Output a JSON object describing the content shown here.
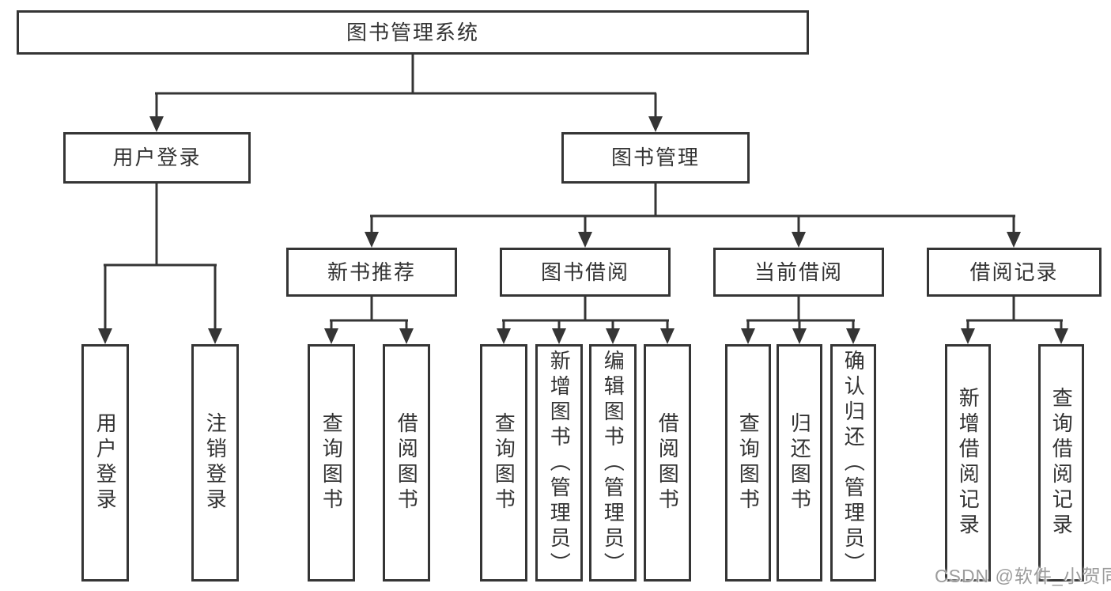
{
  "diagram": {
    "background": "#ffffff",
    "line_color": "#353535",
    "box_border_color": "#353535",
    "text_color": "#333333"
  },
  "nodes": {
    "root": {
      "label": "图书管理系统"
    },
    "user_login": {
      "label": "用户登录"
    },
    "book_mgmt": {
      "label": "图书管理"
    },
    "new_book_rec": {
      "label": "新书推荐"
    },
    "book_borrow": {
      "label": "图书借阅"
    },
    "current_borrow": {
      "label": "当前借阅"
    },
    "borrow_records": {
      "label": "借阅记录"
    },
    "leaf_user_login": {
      "label": "用户登录"
    },
    "leaf_logout": {
      "label": "注销登录"
    },
    "leaf_query_books_1": {
      "label": "查询图书"
    },
    "leaf_borrow_books_1": {
      "label": "借阅图书"
    },
    "leaf_query_books_2": {
      "label": "查询图书"
    },
    "leaf_add_books": {
      "label": "新增图书（管理员）"
    },
    "leaf_edit_books": {
      "label": "编辑图书（管理员）"
    },
    "leaf_borrow_books_2": {
      "label": "借阅图书"
    },
    "leaf_query_books_3": {
      "label": "查询图书"
    },
    "leaf_return_books": {
      "label": "归还图书"
    },
    "leaf_confirm_return": {
      "label": "确认归还（管理员）"
    },
    "leaf_add_borrow_record": {
      "label": "新增借阅记录"
    },
    "leaf_query_borrow_record": {
      "label": "查询借阅记录"
    }
  },
  "watermark": {
    "text": "CSDN @软件_小贺同学",
    "color": "#9c9c9c"
  }
}
